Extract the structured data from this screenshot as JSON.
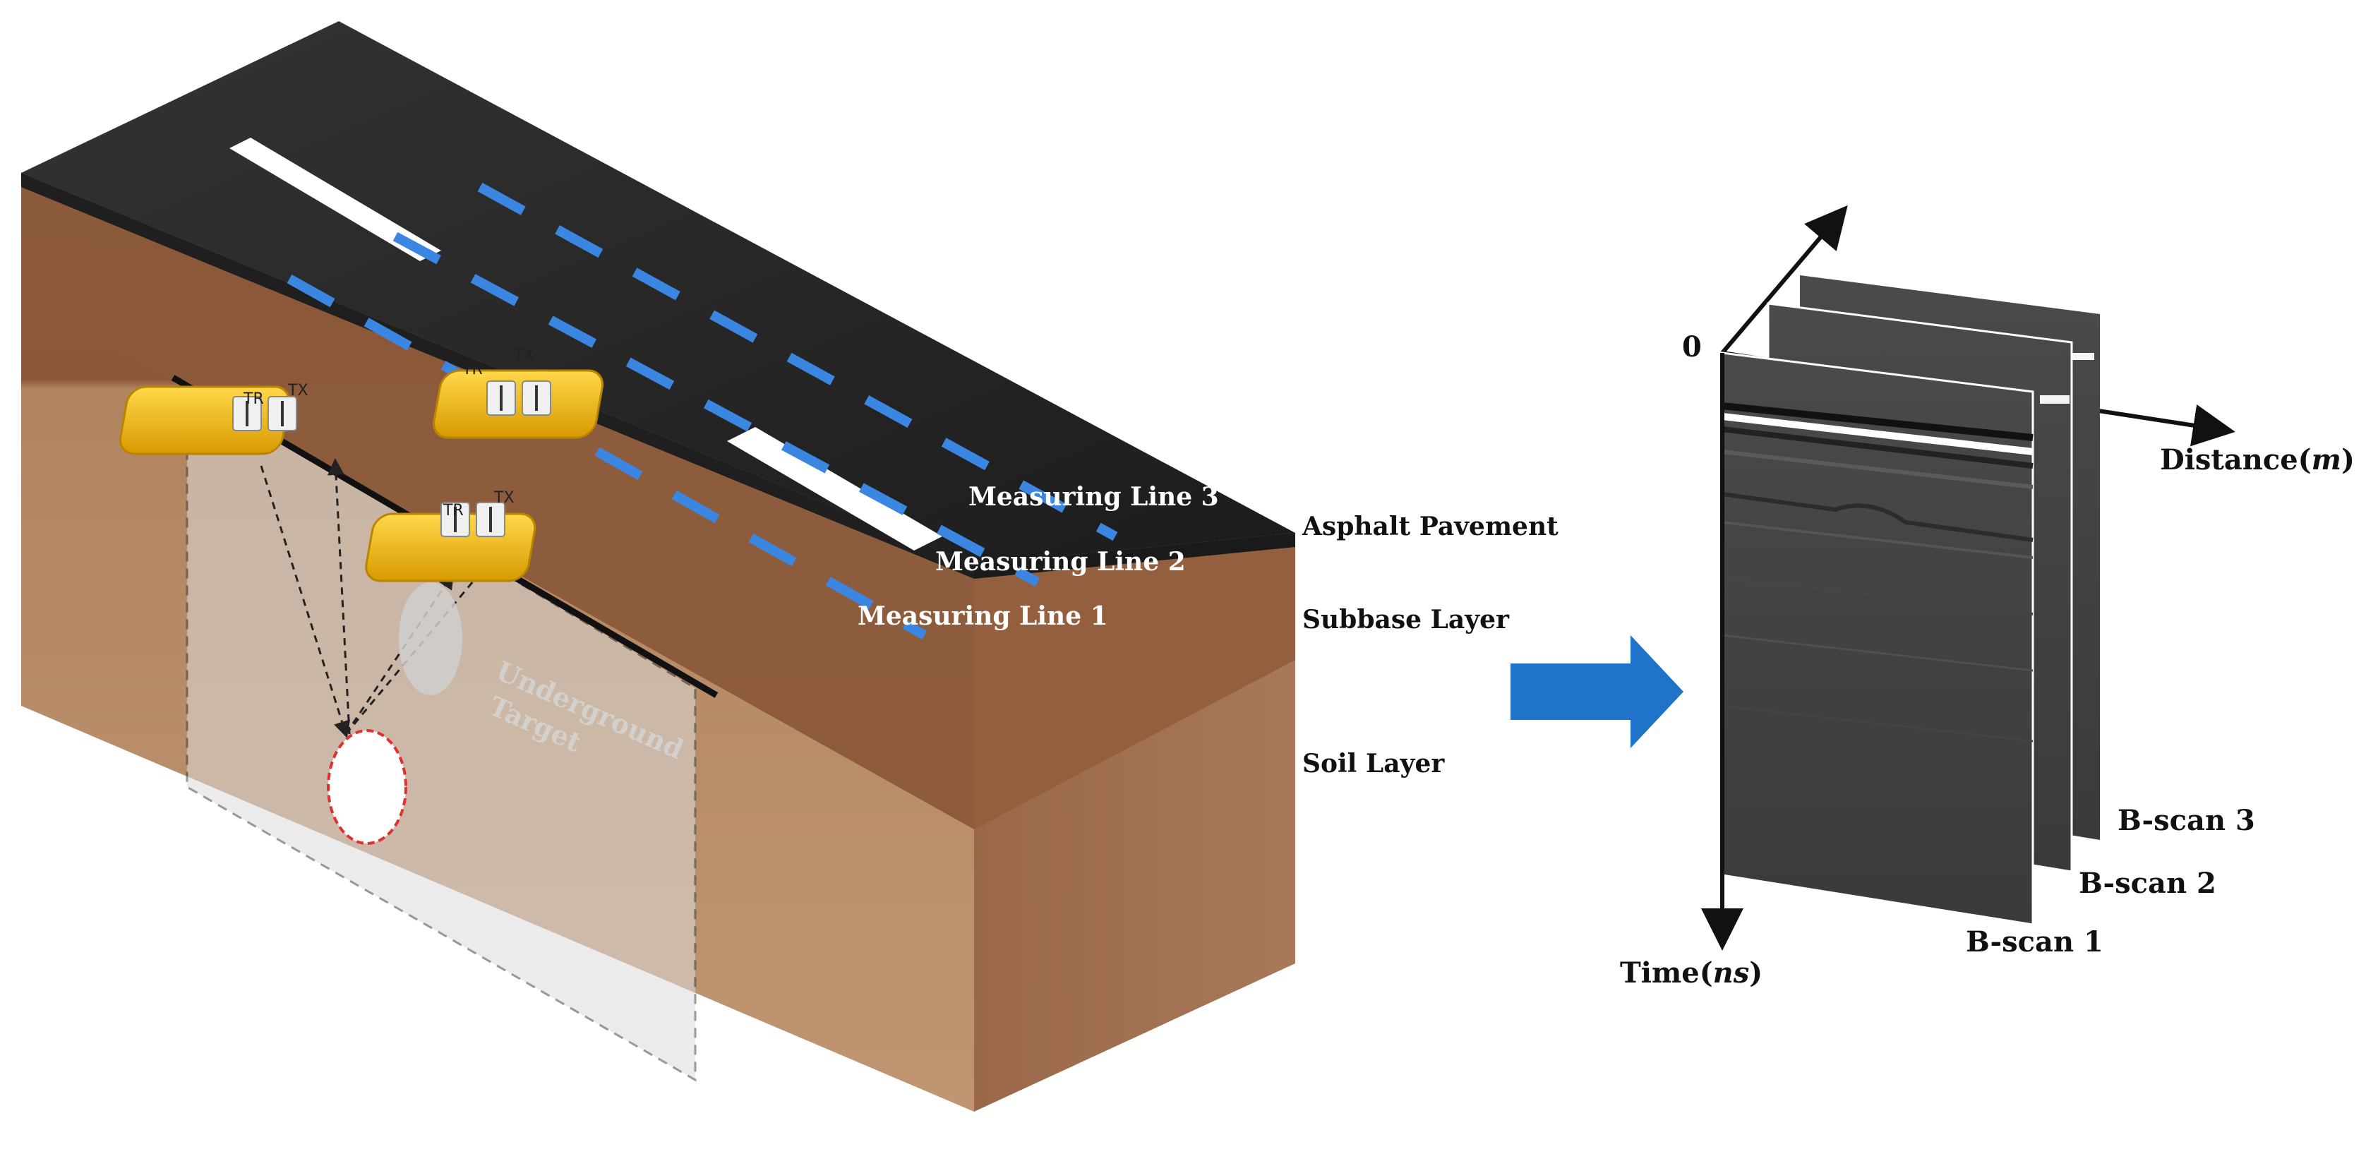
{
  "layers": {
    "asphalt": "Asphalt Pavement",
    "subbase": "Subbase Layer",
    "soil": "Soil Layer"
  },
  "measuring_lines": [
    "Measuring Line 3",
    "Measuring Line 2",
    "Measuring Line 1"
  ],
  "target_label": [
    "Underground",
    "Target"
  ],
  "antenna": {
    "rx": "TR",
    "tx": "TX"
  },
  "axes": {
    "origin": "0",
    "distance": "Distance(",
    "distance_unit": "m",
    "time": "Time(",
    "time_unit": "ns"
  },
  "bscans": [
    "B-scan 3",
    "B-scan 2",
    "B-scan 1"
  ],
  "colors": {
    "asphalt": "#2b2b2b",
    "subbase": "#8a5a3c",
    "soil": "#a57b58",
    "lane_dash": "#3a86e0",
    "antenna": "#f2b705",
    "arrow": "#1f73c9",
    "target_outline": "#e03030"
  }
}
